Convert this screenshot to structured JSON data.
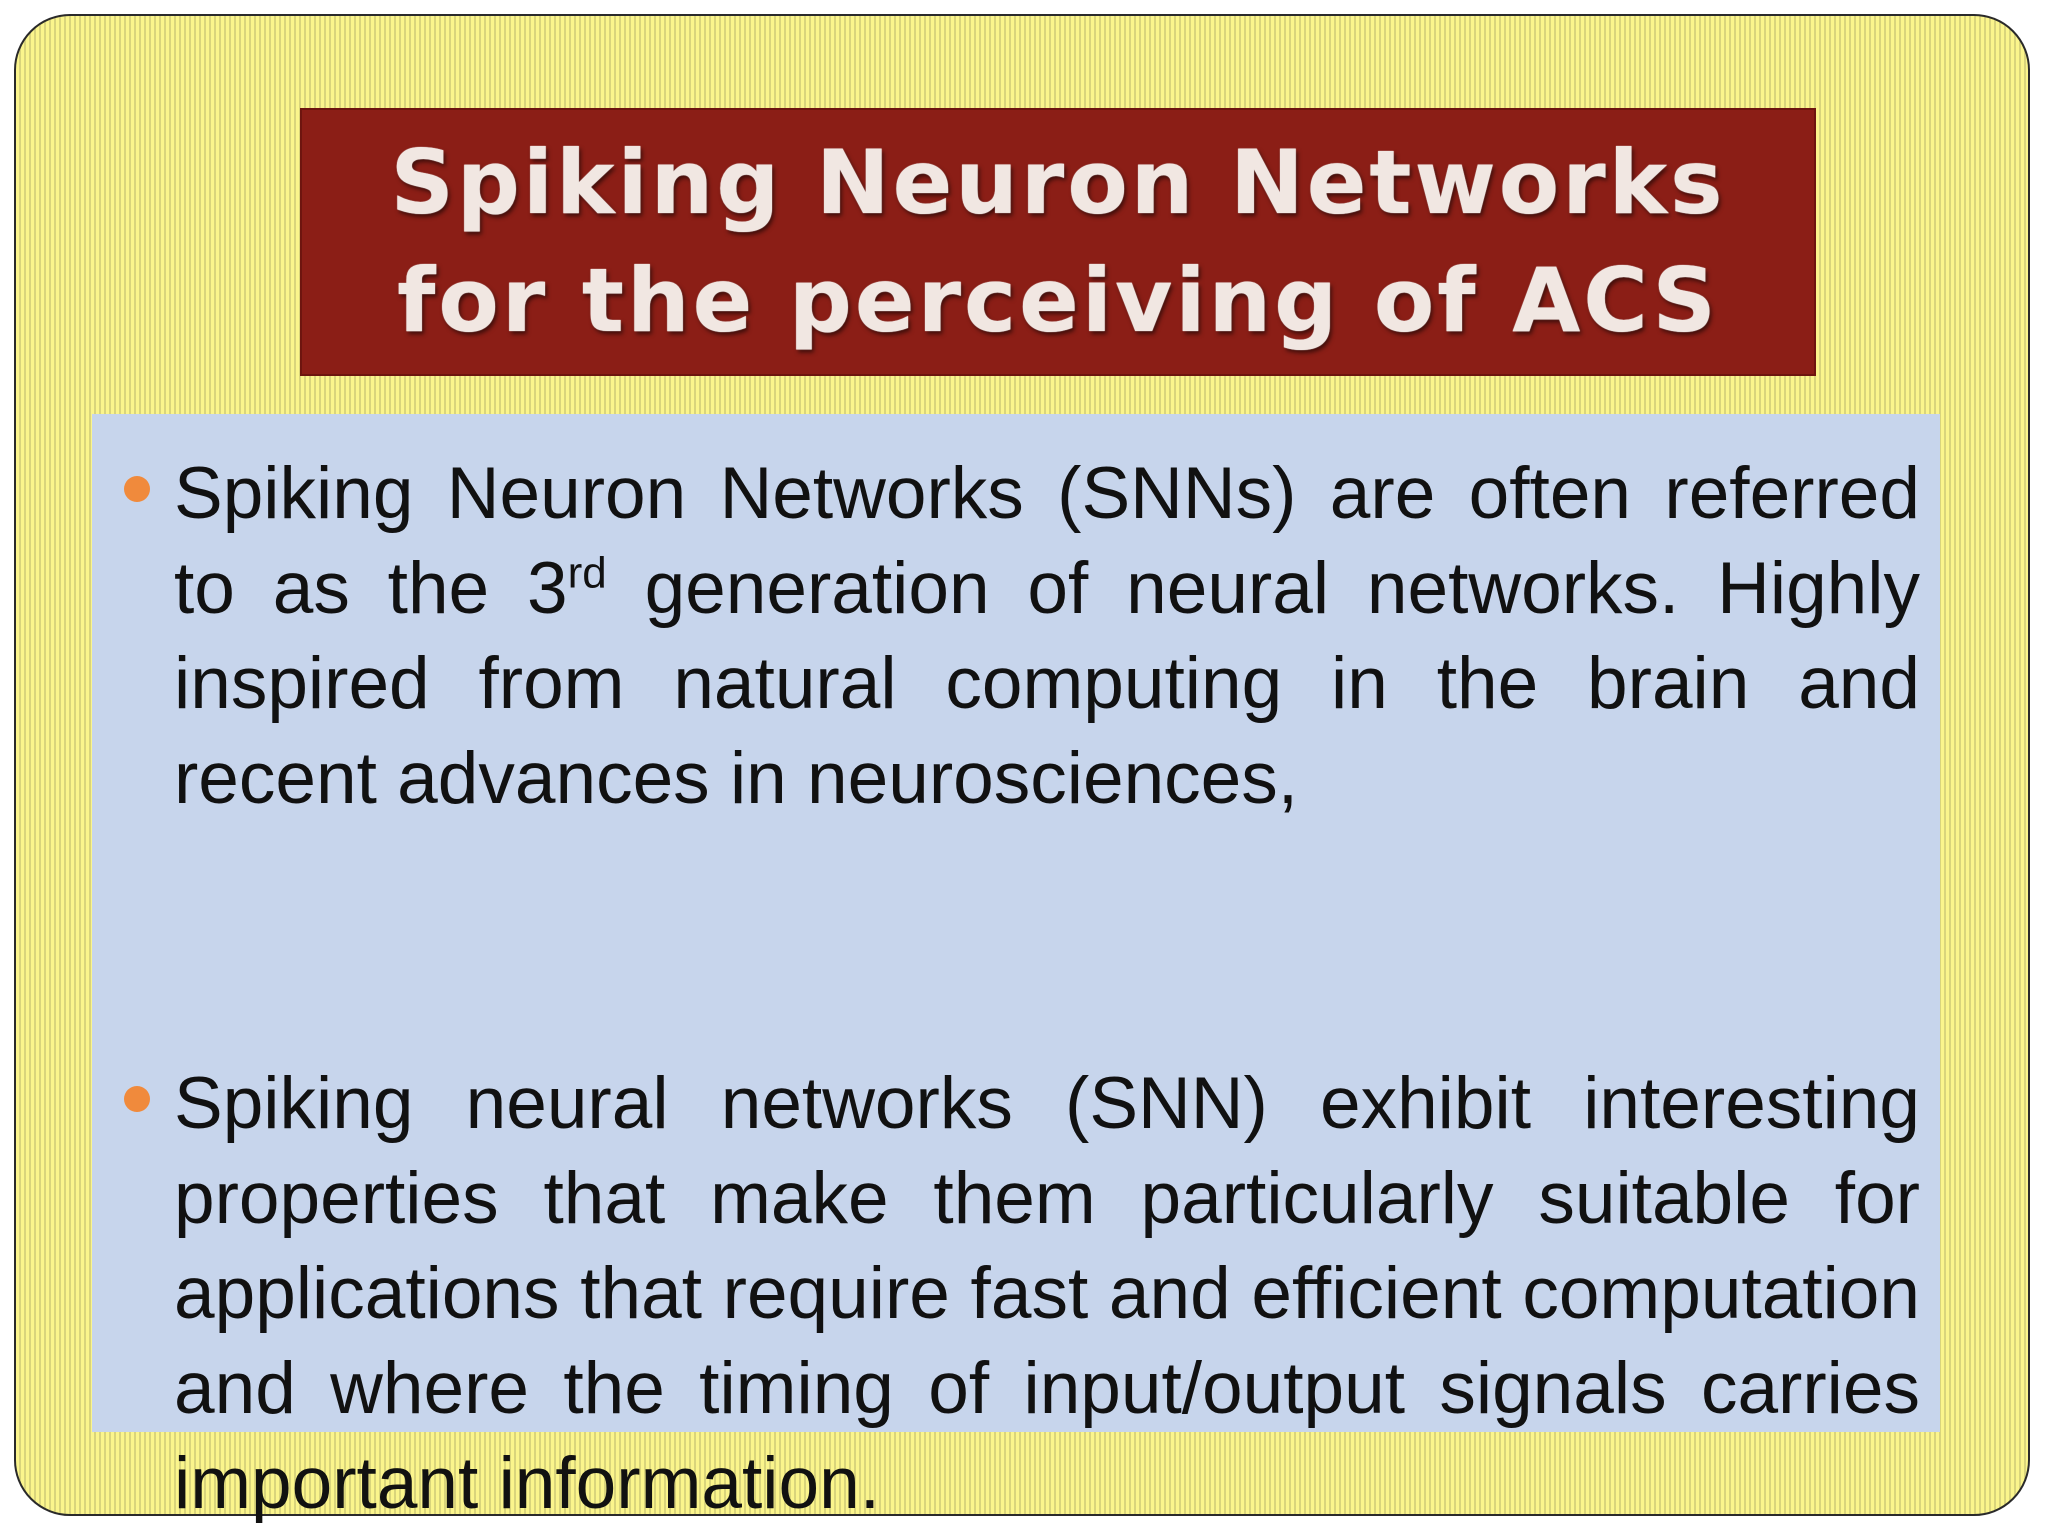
{
  "title": {
    "line1": "Spiking Neuron Networks",
    "line2": "for the perceiving of ACS"
  },
  "bullets": [
    {
      "text_before_sup": "Spiking Neuron Networks (SNNs) are often referred to as the 3",
      "sup": "rd",
      "text_after_sup": " generation of neural networks. Highly inspired from natural computing in the brain and recent advances in neurosciences,"
    },
    {
      "text": "Spiking neural networks (SNN) exhibit interesting properties that make them particularly suitable for applications that require  fast and efficient computation and where the timing of input/output signals carries important information."
    }
  ],
  "colors": {
    "title_background": "#8b1e16",
    "title_text": "#f1e7e2",
    "content_background": "#c7d5ec",
    "slide_background": "#f6f27a",
    "bullet_marker": "#f08a3c"
  }
}
